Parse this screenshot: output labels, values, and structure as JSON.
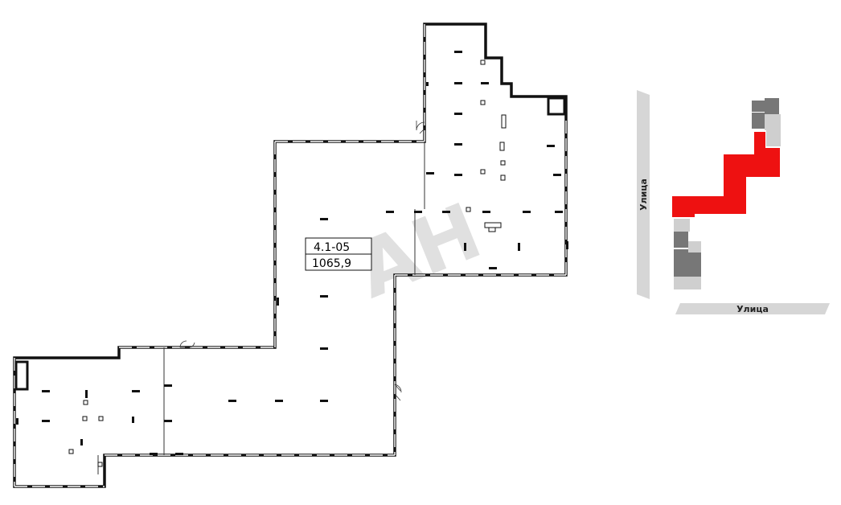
{
  "unit": {
    "code": "4.1-05",
    "area": "1065,9"
  },
  "watermark": "AH",
  "site_plan": {
    "street_vertical": "Улица",
    "street_horizontal": "Улица",
    "colors": {
      "highlight": "#ee1111",
      "building": "#777777",
      "building_light": "#cfcfcf",
      "street": "#d6d6d6"
    }
  }
}
